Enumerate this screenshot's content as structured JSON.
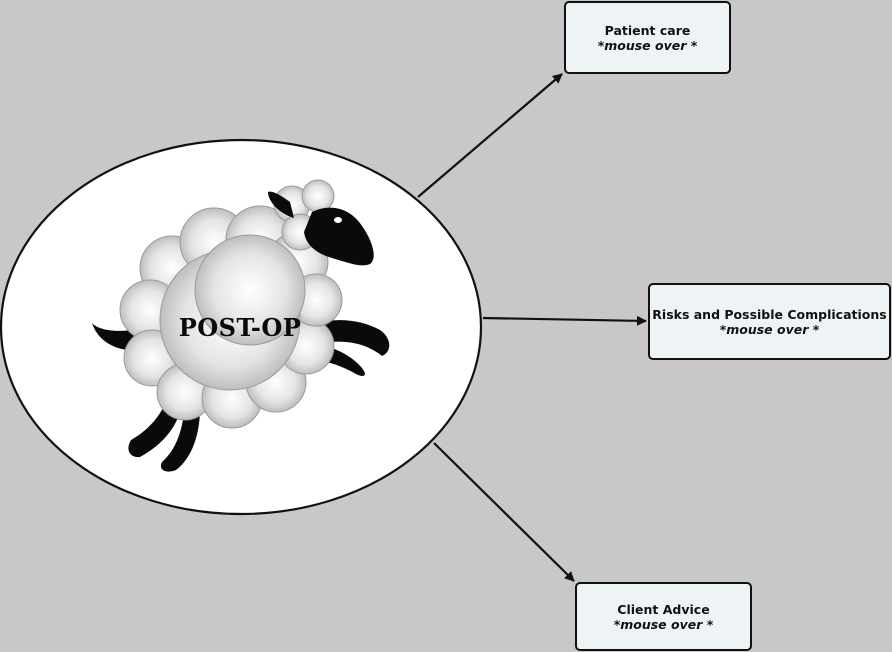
{
  "center": {
    "label": "POST-OP"
  },
  "nodes": {
    "patient_care": {
      "title": "Patient care",
      "hint_star": "*",
      "hint_text": "mouse over *"
    },
    "risks": {
      "title": "Risks and Possible Complications",
      "hint_star": "*",
      "hint_text": "mouse over *"
    },
    "client_advice": {
      "title": "Client Advice",
      "hint_star": "*",
      "hint_text": "mouse over *"
    }
  },
  "colors": {
    "background": "#c8c8c8",
    "node_fill": "#eef3f5",
    "stroke": "#111111",
    "sheep_body": "#bdbdbd",
    "sheep_dark": "#0a0a0a"
  },
  "icons": {
    "center": "jumping-sheep-icon"
  }
}
